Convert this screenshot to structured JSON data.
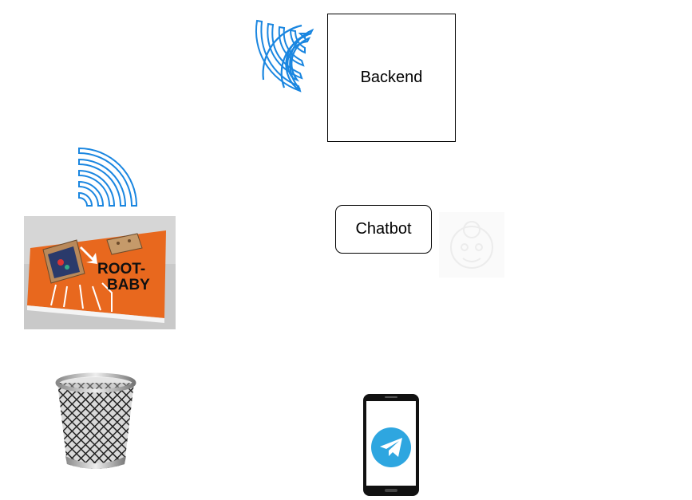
{
  "diagram": {
    "nodes": {
      "backend": {
        "label": "Backend"
      },
      "chatbot": {
        "label": "Chatbot"
      }
    },
    "photo": {
      "text_line1": "ROOT-",
      "text_line2": "BABY"
    },
    "icons": {
      "wifi_top": "wifi-signal-icon",
      "wifi_left": "wifi-signal-icon",
      "ghost": "chatbot-face-icon",
      "trash": "trash-bin-icon",
      "phone": "smartphone-telegram-icon"
    },
    "colors": {
      "wifi_blue": "#1a86e0",
      "photo_orange": "#e8681e",
      "telegram_blue": "#2ea6e0",
      "phone_black": "#111111"
    }
  }
}
